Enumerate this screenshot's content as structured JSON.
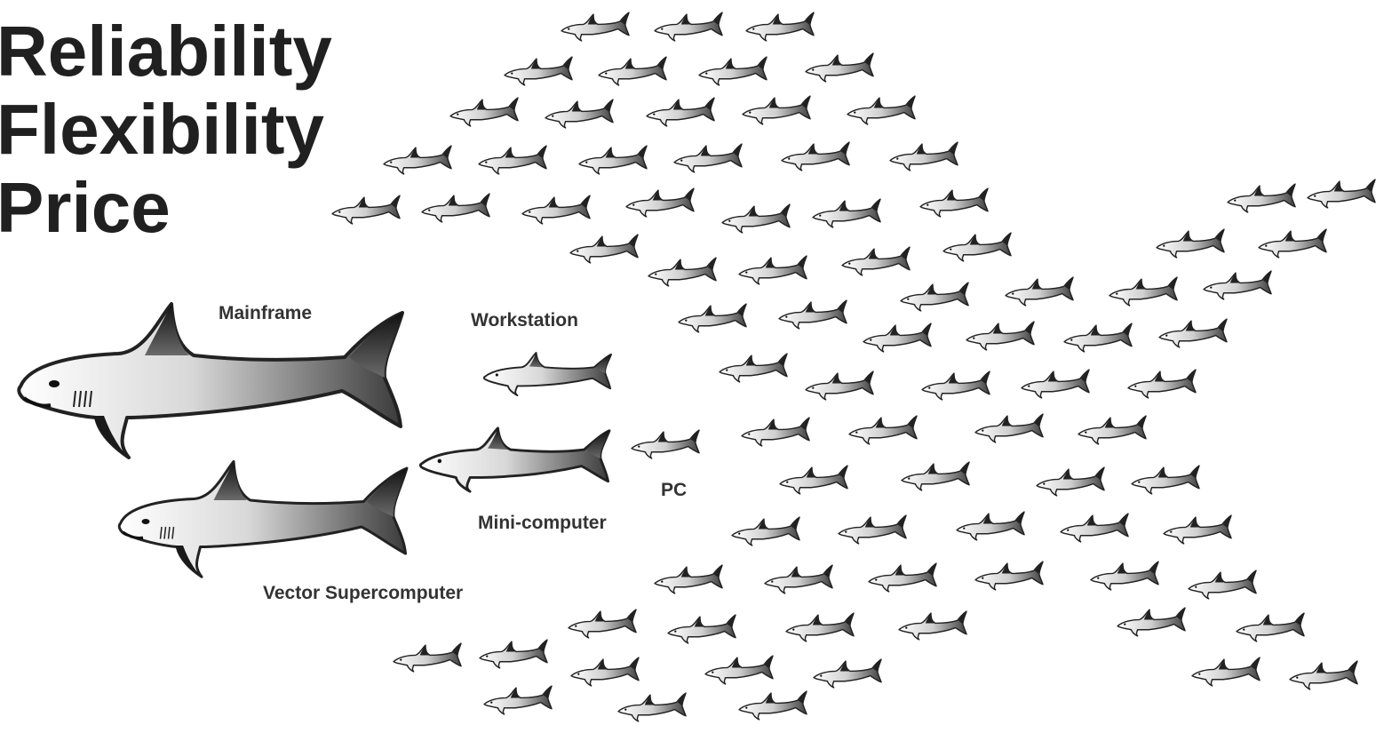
{
  "heading": {
    "lines": [
      "Reliability",
      "Flexibility",
      "Price"
    ]
  },
  "labels": {
    "mainframe": "Mainframe",
    "workstation": "Workstation",
    "pc": "PC",
    "mini_computer": "Mini-computer",
    "vector_supercomputer": "Vector Supercomputer"
  },
  "illustration": {
    "large_sharks": [
      "mainframe",
      "vector-supercomputer"
    ],
    "medium_sharks": [
      "workstation",
      "mini-computer"
    ],
    "small_fish_school": "pc-swarm"
  }
}
